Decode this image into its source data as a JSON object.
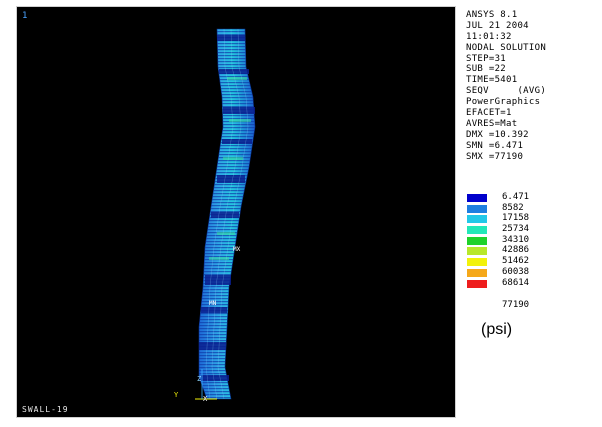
{
  "viewport": {
    "window_number": "1",
    "footer_label": "SWALL-19",
    "mx_label": "MX",
    "mn_label": "MN",
    "axis": {
      "y": "Y",
      "z": "Z",
      "x": "X"
    }
  },
  "info": {
    "lines": [
      "ANSYS 8.1",
      "JUL 21 2004",
      "11:01:32",
      "NODAL SOLUTION",
      "STEP=31",
      "SUB =22",
      "TIME=5401",
      "SEQV     (AVG)",
      "PowerGraphics",
      "EFACET=1",
      "AVRES=Mat",
      "DMX =10.392",
      "SMN =6.471",
      "SMX =77190"
    ]
  },
  "legend": {
    "rows": [
      {
        "value": "6.471",
        "color": "#0000cc"
      },
      {
        "value": "8582",
        "color": "#1e7fe0"
      },
      {
        "value": "17158",
        "color": "#22c8e8"
      },
      {
        "value": "25734",
        "color": "#22e8b8"
      },
      {
        "value": "34310",
        "color": "#1fd22a"
      },
      {
        "value": "42886",
        "color": "#b8e82a"
      },
      {
        "value": "51462",
        "color": "#f2f20a"
      },
      {
        "value": "60038",
        "color": "#f5a81a"
      },
      {
        "value": "68614",
        "color": "#ee1d1d"
      }
    ],
    "max_value": "77190",
    "units": "(psi)"
  }
}
